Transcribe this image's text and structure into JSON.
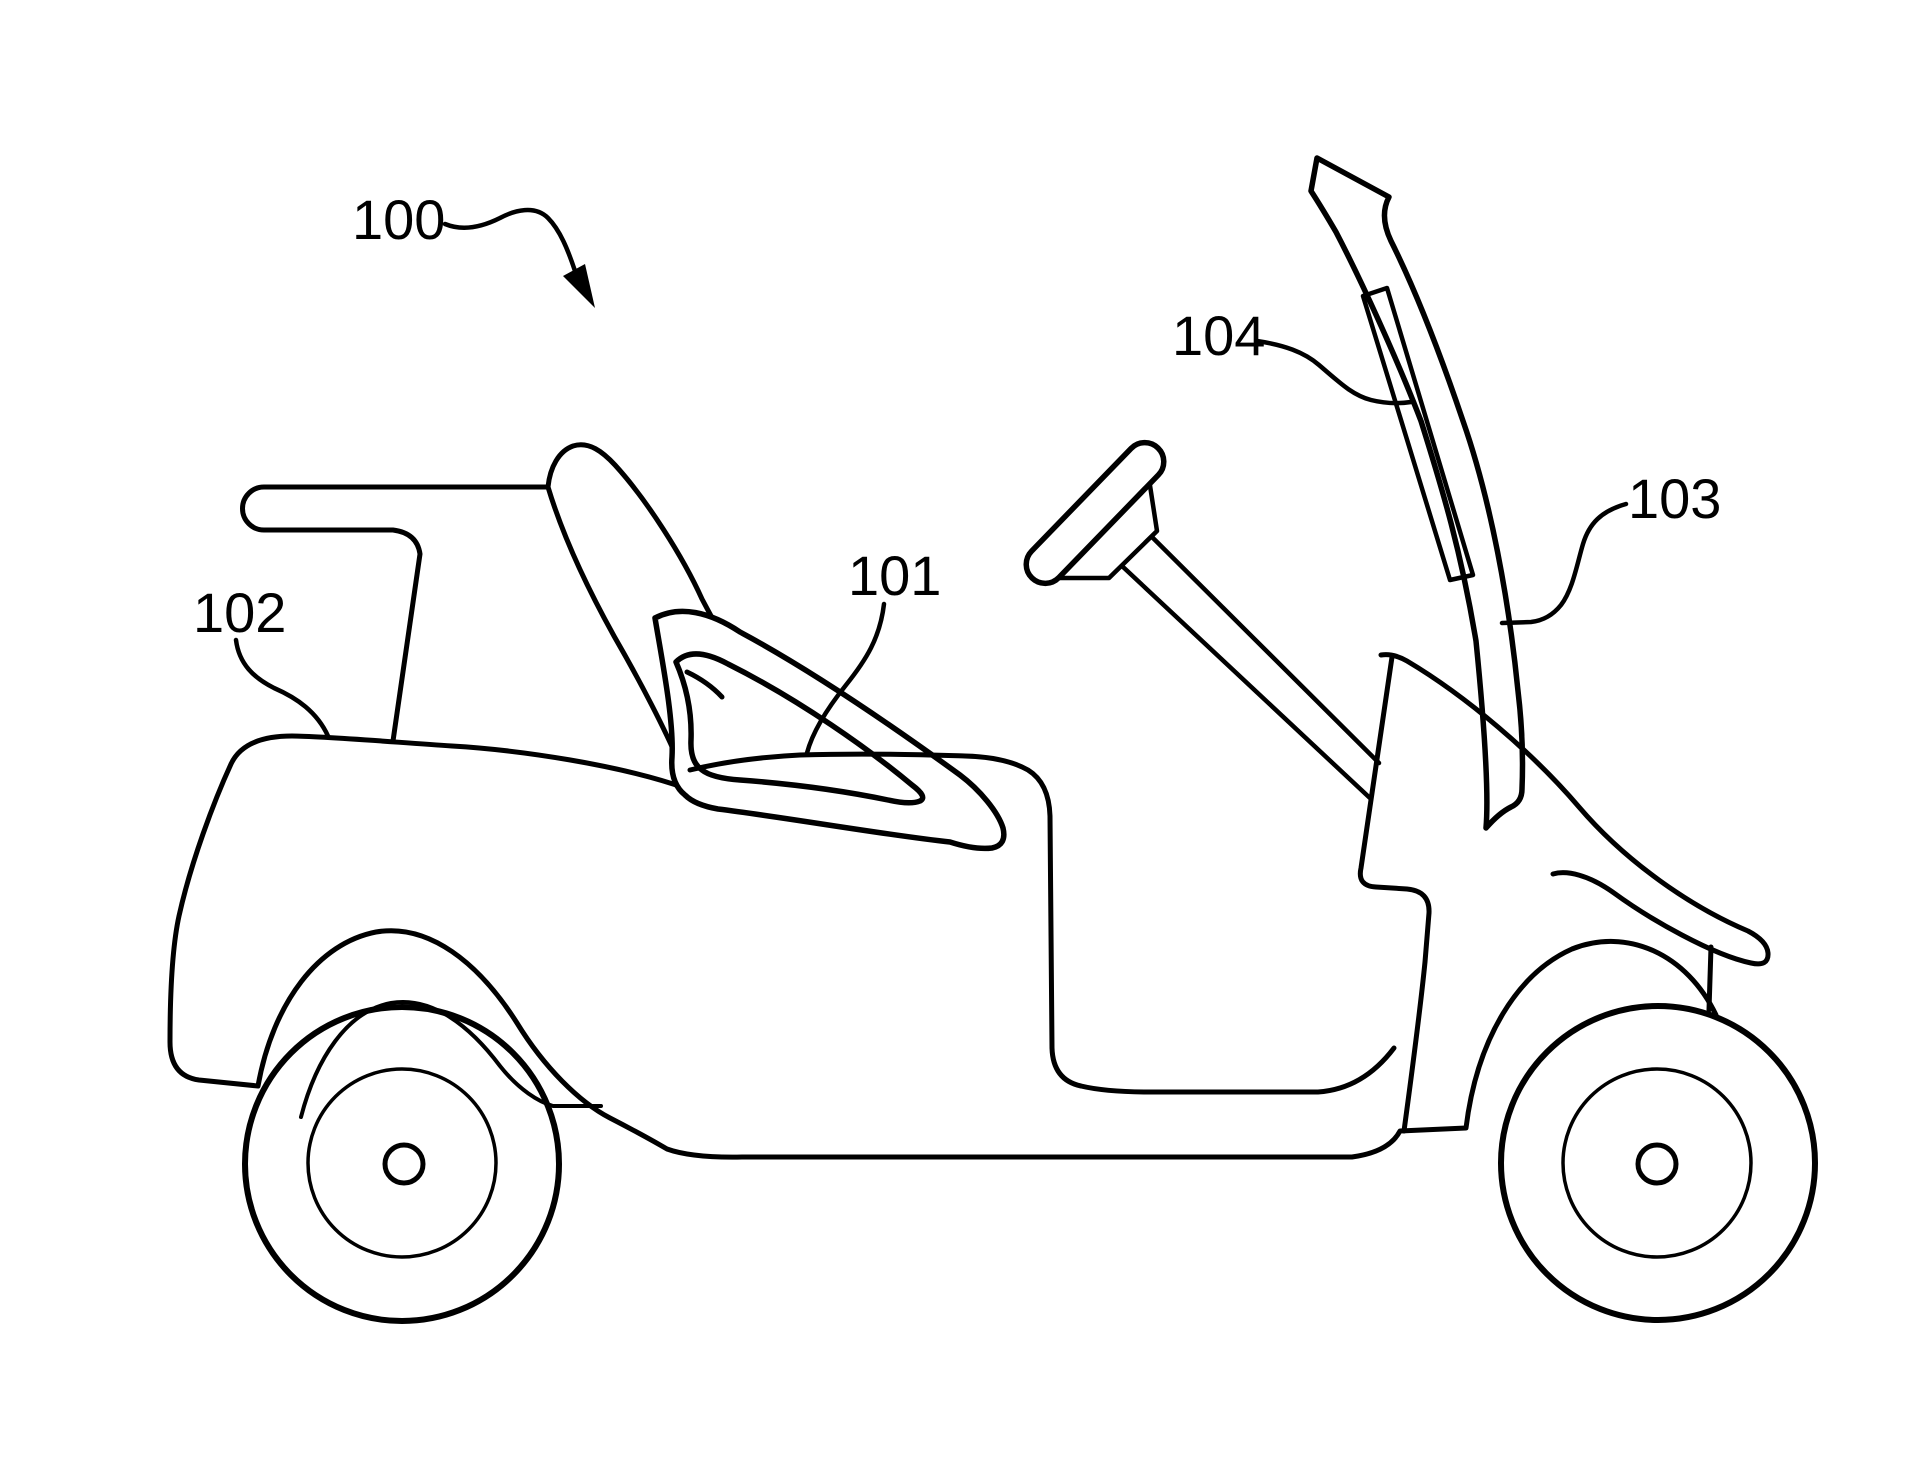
{
  "figure": {
    "kind": "patent line drawing",
    "subject": "golf cart side elevation view",
    "background_color": "#ffffff",
    "line_color": "#000000",
    "labels": {
      "ref100": "100",
      "ref101": "101",
      "ref102": "102",
      "ref103": "103",
      "ref104": "104"
    }
  }
}
